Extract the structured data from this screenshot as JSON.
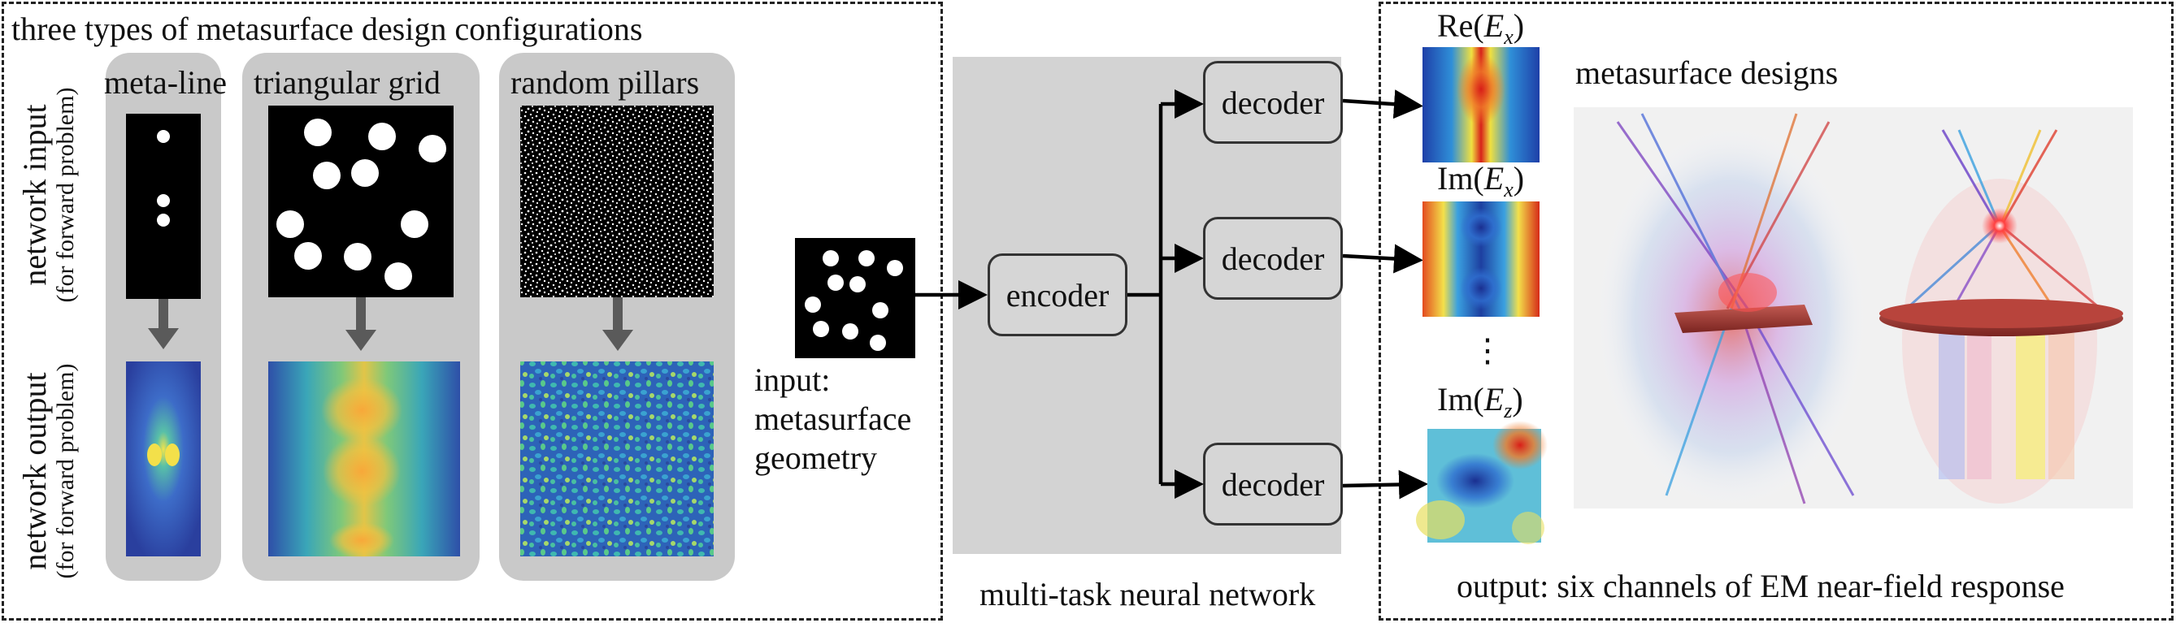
{
  "left_panel": {
    "title": "three types of metasurface design configurations",
    "row_input_label": "network input",
    "row_input_sub": "(for forward problem)",
    "row_output_label": "network output",
    "row_output_sub": "(for forward problem)",
    "columns": [
      {
        "label": "meta-line"
      },
      {
        "label": "triangular grid"
      },
      {
        "label": "random pillars"
      }
    ]
  },
  "middle": {
    "input_caption_line1": "input:",
    "input_caption_line2": "metasurface",
    "input_caption_line3": "geometry",
    "encoder_label": "encoder",
    "decoder_labels": [
      "decoder",
      "decoder",
      "decoder"
    ],
    "network_caption": "multi-task neural network"
  },
  "right_panel": {
    "field_labels": [
      {
        "prefix": "Re(",
        "var": "E",
        "sub": "x",
        "suffix": ")"
      },
      {
        "prefix": "Im(",
        "var": "E",
        "sub": "x",
        "suffix": ")"
      },
      {
        "prefix": "Im(",
        "var": "E",
        "sub": "z",
        "suffix": ")"
      }
    ],
    "ellipsis": "⋮",
    "designs_title": "metasurface designs",
    "output_caption": "output: six channels of EM near-field response"
  },
  "colors": {
    "panel_gray": "#c9c9c9",
    "network_gray": "#d3d3d3",
    "arrow_gray": "#5a5a5a",
    "field_low": "#1e3fa8",
    "field_high": "#e0201c"
  }
}
